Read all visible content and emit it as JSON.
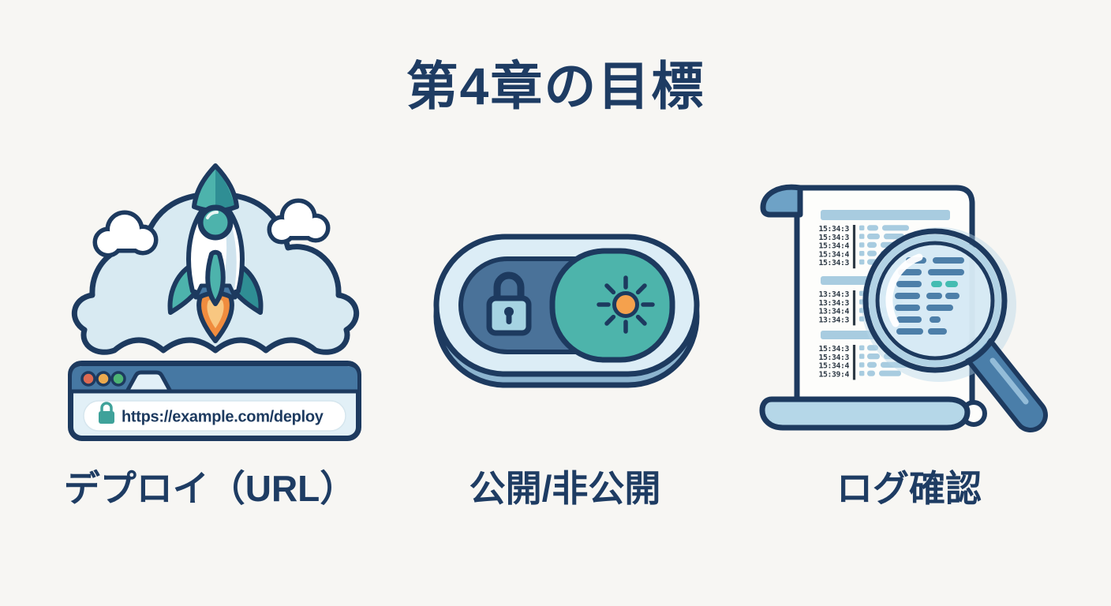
{
  "title": "第4章の目標",
  "sections": {
    "deploy": {
      "label": "デプロイ（URL）",
      "url": "https://example.com/deploy",
      "icons": [
        "rocket-icon",
        "cloud-icon",
        "browser-window-icon",
        "lock-icon"
      ]
    },
    "visibility": {
      "label": "公開/非公開",
      "icons": [
        "toggle-icon",
        "lock-icon",
        "sun-icon"
      ],
      "toggle_state": "on-right"
    },
    "logs": {
      "label": "ログ確認",
      "icons": [
        "scroll-icon",
        "magnifier-icon"
      ],
      "groups": [
        {
          "rows": [
            "15:34:3",
            "15:34:3",
            "15:34:4",
            "15:34:4",
            "15:34:3"
          ]
        },
        {
          "rows": [
            "13:34:3",
            "13:34:3",
            "13:34:4",
            "13:34:3"
          ]
        },
        {
          "rows": [
            "15:34:3",
            "15:34:3",
            "15:34:4",
            "15:39:4"
          ]
        }
      ]
    }
  },
  "palette": {
    "background": "#f7f6f3",
    "navy_outline": "#1d3a5f",
    "text_navy": "#1e3c63",
    "cloud_blue": "#d8eaf2",
    "teal": "#4db3ac",
    "teal_dark": "#2f8e94",
    "flame_orange": "#f08c3e",
    "flame_light": "#f8c781",
    "browser_blue": "#4678a3",
    "browser_body": "#e2f0f7",
    "dot_red": "#dd6a52",
    "dot_yellow": "#ecaa4e",
    "dot_green": "#4cb474",
    "toggle_track": "#4a7299",
    "toggle_ring": "#dcedf6",
    "toggle_depth": "#8cb4cf",
    "lock_light": "#a5d3e2",
    "sun_orange": "#f5a14d",
    "log_bar": "#a8cce0",
    "scroll_curl_top": "#6ea2c6",
    "scroll_curl_bottom": "#b5d7e8",
    "magnifier_handle": "#4a7ea9",
    "magnified_bar": "#4d7fa9",
    "magnified_bar_teal": "#44bcb2"
  }
}
